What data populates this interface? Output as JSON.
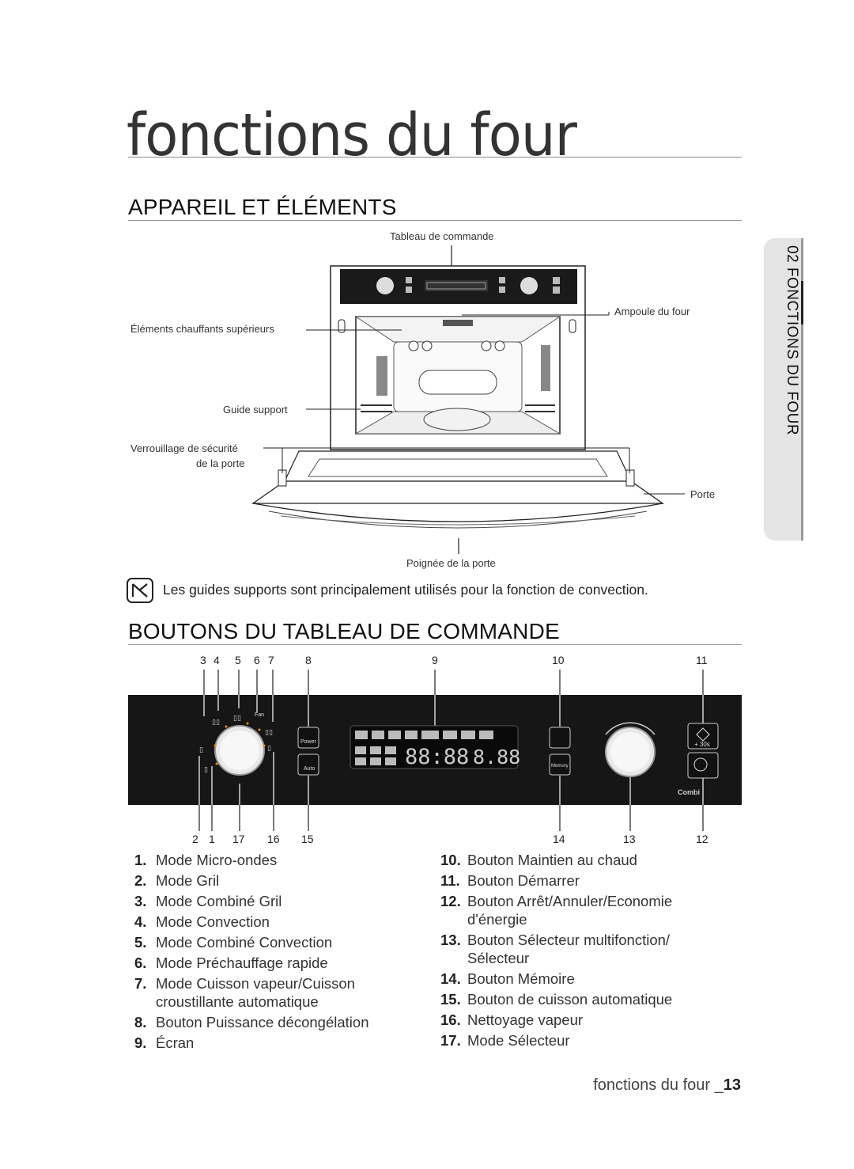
{
  "page": {
    "title": "fonctions du four",
    "section1": "APPAREIL ET ÉLÉMENTS",
    "section2": "BOUTONS DU TABLEAU DE COMMANDE",
    "side_tab": "02 FONCTIONS DU FOUR",
    "footer_text": "fonctions du four _",
    "footer_page": "13"
  },
  "oven_labels": {
    "control_panel": "Tableau de commande",
    "lamp": "Ampoule du four",
    "heating": "Éléments chauffants supérieurs",
    "guide": "Guide support",
    "lock_line1": "Verrouillage de sécurité",
    "lock_line2": "de la porte",
    "door": "Porte",
    "handle": "Poignée de la porte"
  },
  "note": "Les guides supports sont principalement utilisés pour la fonction de convection.",
  "panel_numbers_top": [
    "3",
    "4",
    "5",
    "6",
    "7",
    "8",
    "9",
    "10",
    "11"
  ],
  "panel_numbers_bottom": [
    "2",
    "1",
    "17",
    "16",
    "15",
    "14",
    "13",
    "12"
  ],
  "panel_text": {
    "power": "Power",
    "auto": "Auto",
    "plus30": "+ 30s",
    "combi": "Combi",
    "memory": "Memory",
    "fan": "Fan"
  },
  "list_left": [
    {
      "n": "1.",
      "t": "Mode Micro-ondes"
    },
    {
      "n": "2.",
      "t": "Mode Gril"
    },
    {
      "n": "3.",
      "t": "Mode Combiné Gril"
    },
    {
      "n": "4.",
      "t": "Mode Convection"
    },
    {
      "n": "5.",
      "t": "Mode Combiné Convection"
    },
    {
      "n": "6.",
      "t": "Mode Préchauffage rapide"
    },
    {
      "n": "7.",
      "t": "Mode Cuisson vapeur/Cuisson",
      "t2": "croustillante automatique"
    },
    {
      "n": "8.",
      "t": "Bouton Puissance décongélation"
    },
    {
      "n": "9.",
      "t": "Écran"
    }
  ],
  "list_right": [
    {
      "n": "10.",
      "t": "Bouton Maintien au chaud"
    },
    {
      "n": "11.",
      "t": "Bouton Démarrer"
    },
    {
      "n": "12.",
      "t": "Bouton Arrêt/Annuler/Economie",
      "t2": "d'énergie"
    },
    {
      "n": "13.",
      "t": "Bouton Sélecteur multifonction/",
      "t2": "Sélecteur"
    },
    {
      "n": "14.",
      "t": "Bouton Mémoire"
    },
    {
      "n": "15.",
      "t": "Bouton de cuisson automatique"
    },
    {
      "n": "16.",
      "t": "Nettoyage vapeur"
    },
    {
      "n": "17.",
      "t": "Mode Sélecteur"
    }
  ]
}
